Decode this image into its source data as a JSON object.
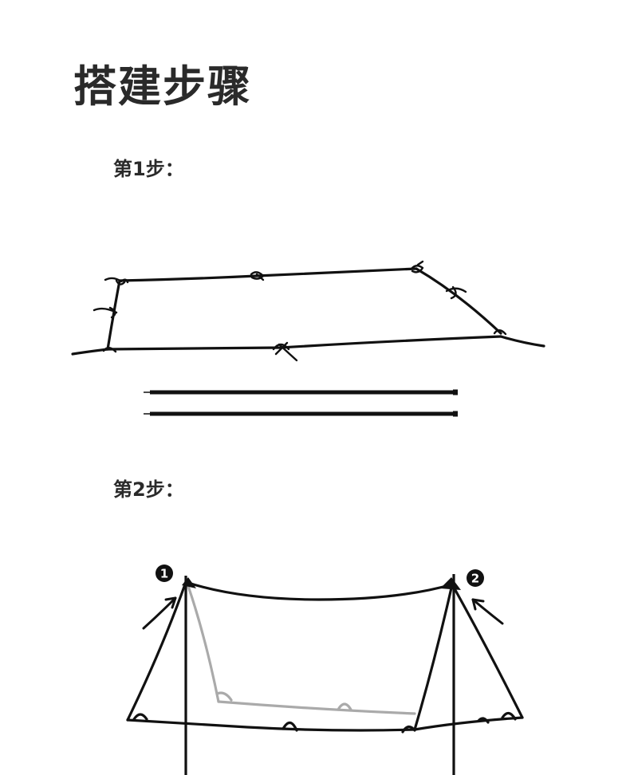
{
  "page": {
    "title": "搭建步骤"
  },
  "steps": [
    {
      "label": "第1步："
    },
    {
      "label": "第2步："
    }
  ],
  "markers": [
    {
      "number": "1"
    },
    {
      "number": "2"
    }
  ],
  "colors": {
    "ink": "#111111",
    "shadow_line": "#aaaaaa",
    "background": "#ffffff"
  }
}
